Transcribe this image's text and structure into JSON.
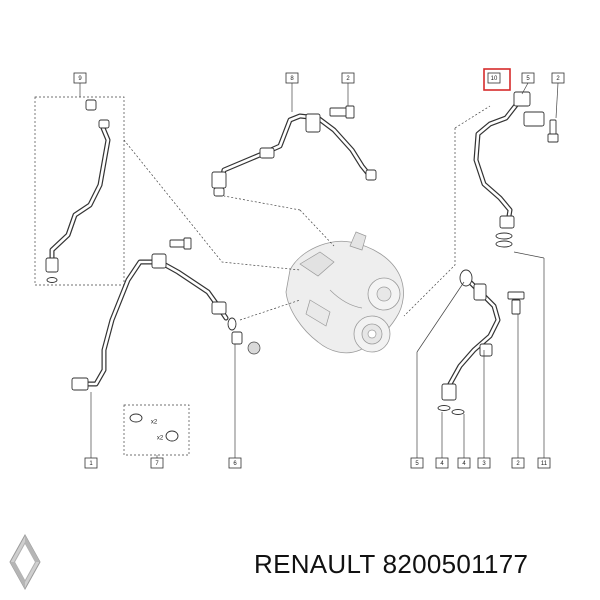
{
  "brand": {
    "name": "RENAULT",
    "part_number": "8200501177",
    "logo_icon": "renault-diamond-logo"
  },
  "callouts": {
    "c9": "9",
    "c8": "8",
    "c2_top": "2",
    "c10": "10",
    "c5_top": "5",
    "c2_right_top": "2",
    "c1": "1",
    "c7": "7",
    "c6": "6",
    "c5_bottom": "5",
    "c4_left": "4",
    "c4_right": "4",
    "c3": "3",
    "c2_bottom": "2",
    "c11": "11"
  },
  "annotations": {
    "qty_x2_a": "x2",
    "qty_x2_b": "x2"
  },
  "colors": {
    "highlight": "#d62b2b",
    "line": "#333333",
    "turbo": "#9a9a9a"
  }
}
